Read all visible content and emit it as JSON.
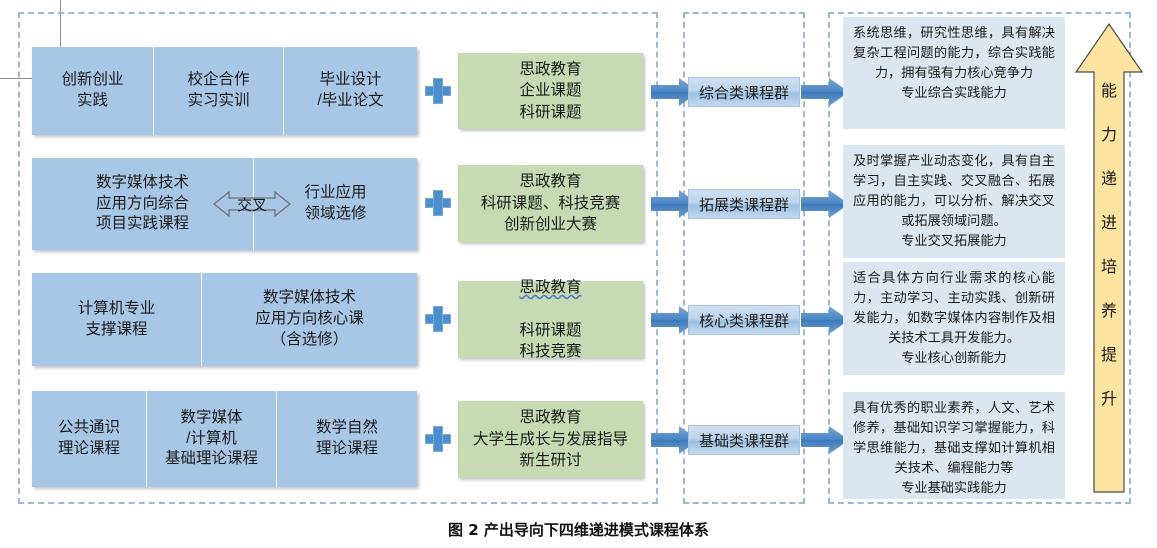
{
  "figure": {
    "caption": "图 2  产出导向下四维递进模式课程体系"
  },
  "colors": {
    "course_box": "#a8c6e5",
    "moral_box": "#c6dbb4",
    "ability_box": "#dce6f1",
    "arrow_blue": "#4a86c5",
    "up_arrow_yellow": "#fde4a0",
    "dashed_border": "#9cb8d6"
  },
  "rows": [
    {
      "id": "comprehensive",
      "courses": [
        "创新创业\n实践",
        "校企合作\n实习实训",
        "毕业设计\n/毕业论文"
      ],
      "cross_label": null,
      "moral": "思政教育\n企业课题\n科研课题",
      "moral_squiggle": false,
      "group": "综合类课程群",
      "ability_body": "系统思维，研究性思维，具有解决复杂工程问题的能力，综合实践能力，拥有强有力核心竞争力",
      "ability_tag": "专业综合实践能力"
    },
    {
      "id": "expansion",
      "courses": [
        "数字媒体技术\n应用方向综合\n项目实践课程",
        "行业应用\n领域选修"
      ],
      "cross_label": "交叉",
      "moral": "思政教育\n科研课题、科技竞赛\n创新创业大赛",
      "moral_squiggle": false,
      "group": "拓展类课程群",
      "ability_body": "及时掌握产业动态变化，具有自主学习，自主实践、交叉融合、拓展应用的能力，可以分析、解决交叉或拓展领域问题。",
      "ability_tag": "专业交叉拓展能力"
    },
    {
      "id": "core",
      "courses": [
        "计算机专业\n支撑课程",
        "数字媒体技术\n应用方向核心课\n（含选修）"
      ],
      "cross_label": null,
      "moral": "思政教育\n科研课题\n科技竞赛",
      "moral_squiggle": true,
      "group": "核心类课程群",
      "ability_body": "适合具体方向行业需求的核心能力，主动学习、主动实践、创新研发能力，如数字媒体内容制作及相关技术工具开发能力。",
      "ability_tag": "专业核心创新能力"
    },
    {
      "id": "foundation",
      "courses": [
        "公共通识\n理论课程",
        "数字媒体\n/计算机\n基础理论课程",
        "数学自然\n理论课程"
      ],
      "cross_label": null,
      "moral": "思政教育\n大学生成长与发展指导\n新生研讨",
      "moral_squiggle": false,
      "group": "基础类课程群",
      "ability_body": "具有优秀的职业素养，人文、艺术修养，基础知识学习掌握能力，科学思维能力，基础支撑如计算机相关技术、编程能力等",
      "ability_tag": "专业基础实践能力"
    }
  ],
  "up_arrow": {
    "characters": [
      "能",
      "力",
      "递",
      "进",
      "培",
      "养",
      "提",
      "升"
    ]
  },
  "icons": {
    "plus": "plus-icon",
    "cross": "double-arrow-icon",
    "flow": "right-block-arrow-icon",
    "ascend": "up-block-arrow-icon"
  }
}
